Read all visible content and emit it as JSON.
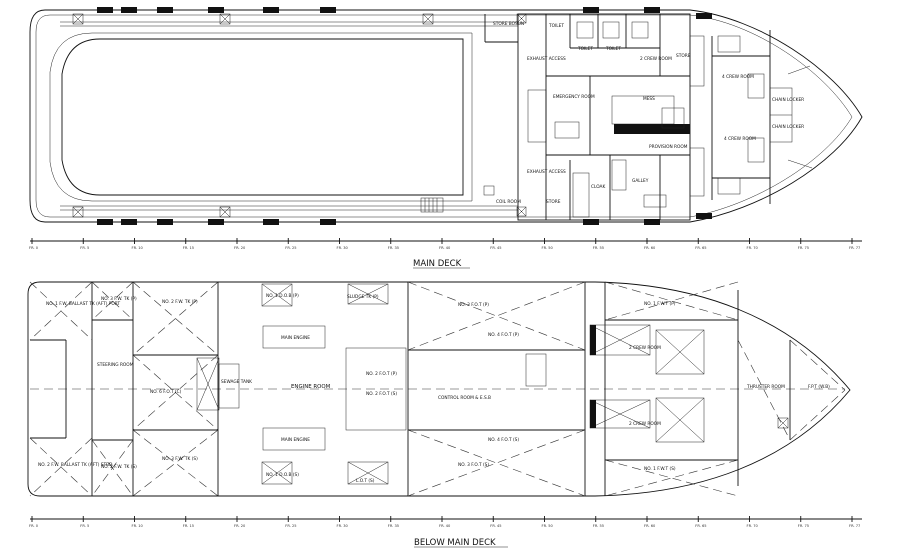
{
  "main_deck": {
    "title": "MAIN DECK",
    "labels": {
      "store_bosun": "STORE BOSUN",
      "toilet_a": "TOILET",
      "toilet_b": "TOILET",
      "toilet_c": "TOILET",
      "store_fwd": "STORE",
      "cabin_2_top": "2 CREW ROOM",
      "cabin_4_a": "4 CREW ROOM",
      "cabin_4_b": "4 CREW ROOM",
      "chain_locker_a": "CHAIN LOCKER",
      "chain_locker_b": "CHAIN LOCKER",
      "exhaust_access_top": "EXHAUST ACCESS",
      "exhaust_access_bot": "EXHAUST ACCESS",
      "emergency_room": "EMERGENCY ROOM",
      "mess": "MESS",
      "provision_room": "PROVISION ROOM",
      "galley": "GALLEY",
      "cloak": "CLOAK",
      "store_aft": "STORE",
      "coil_room": "COIL ROOM"
    }
  },
  "below_main_deck": {
    "title": "BELOW MAIN DECK",
    "labels": {
      "fw_ballast_port": "NO. 1 F.W. BALLAST TK (AFT) PORT",
      "fw_ballast_stbd": "NO. 2 F.W. BALLAST TK (AFT) STBD",
      "fwtk3p": "NO. 3 F.W. TK (P)",
      "fwtk2s": "NO. 2 F.W. TK (S)",
      "fwtk2p": "NO. 2 F.W. TK (P)",
      "fwtk3s": "NO. 3 F.W. TK (S)",
      "steering_room": "STEERING ROOM",
      "fot6c": "NO. 6 F.O.T (C)",
      "sewage_tank": "SEWAGE TANK",
      "dob_p": "NO. 1 D.O.B (P)",
      "dob_s": "NO. 1 D.O.B (S)",
      "main_engine_top": "MAIN ENGINE",
      "main_engine_bot": "MAIN ENGINE",
      "engine_room": "ENGINE ROOM",
      "sludge_tk": "SLUDGE TK (P)",
      "fot2p": "NO. 2 F.O.T (P)",
      "fot2s": "NO. 2 F.O.T (S)",
      "lot_s": "L.O.T (S)",
      "fot3p": "NO. 3 F.O.T (P)",
      "fot4p": "NO. 4 F.O.T (P)",
      "control_room": "CONTROL ROOM & E.S.B",
      "fot4s": "NO. 4 F.O.T (S)",
      "fot3s": "NO. 3 F.O.T (S)",
      "fwt1p": "NO. 1 F.W.T (P)",
      "fwt1s": "NO. 1 F.W.T (S)",
      "crew_room_2_p": "2 CREW ROOM",
      "crew_room_2_s": "2 CREW ROOM",
      "bow_thruster": "THRUSTER ROOM",
      "fpt": "F.P.T (W.B)"
    }
  },
  "frame_ticks": [
    "FR. 0",
    "FR. 5",
    "FR. 10",
    "FR. 15",
    "FR. 20",
    "FR. 25",
    "FR. 30",
    "FR. 35",
    "FR. 40",
    "FR. 45",
    "FR. 50",
    "FR. 55",
    "FR. 60",
    "FR. 65",
    "FR. 70",
    "FR. 75",
    "FR. 77"
  ]
}
